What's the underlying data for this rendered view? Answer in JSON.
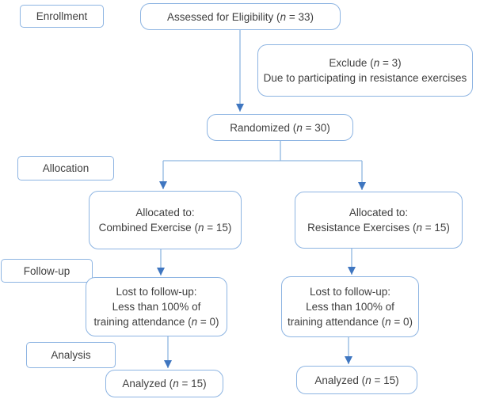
{
  "diagram": {
    "stages": {
      "enrollment": "Enrollment",
      "allocation": "Allocation",
      "followup": "Follow-up",
      "analysis": "Analysis"
    },
    "sym": {
      "n": "n"
    },
    "assessed": {
      "pre": "Assessed for Eligibility (",
      "post": " = 33)"
    },
    "exclude": {
      "l1pre": "Exclude (",
      "l1post": " = 3)",
      "l2": "Due to participating in resistance exercises"
    },
    "randomized": {
      "pre": "Randomized (",
      "post": " = 30)"
    },
    "alloc_left": {
      "l1": "Allocated to:",
      "l2pre": "Combined Exercise (",
      "l2post": " = 15)"
    },
    "alloc_right": {
      "l1": "Allocated to:",
      "l2pre": "Resistance Exercises (",
      "l2post": " = 15)"
    },
    "lost_left": {
      "l1": "Lost to follow-up:",
      "l2": "Less than 100% of",
      "l3pre": "training attendance (",
      "l3post": " = 0)"
    },
    "lost_right": {
      "l1": "Lost to follow-up:",
      "l2": "Less than 100% of",
      "l3pre": "training attendance (",
      "l3post": " = 0)"
    },
    "analyzed_left": {
      "pre": "Analyzed (",
      "post": " = 15)"
    },
    "analyzed_right": {
      "pre": "Analyzed (",
      "post": " = 15)"
    }
  },
  "colors": {
    "box-border": "#8db4e2",
    "line": "#8fb6e0",
    "arrow": "#3f76c0",
    "text": "#3f3f3f",
    "bg": "#ffffff"
  }
}
